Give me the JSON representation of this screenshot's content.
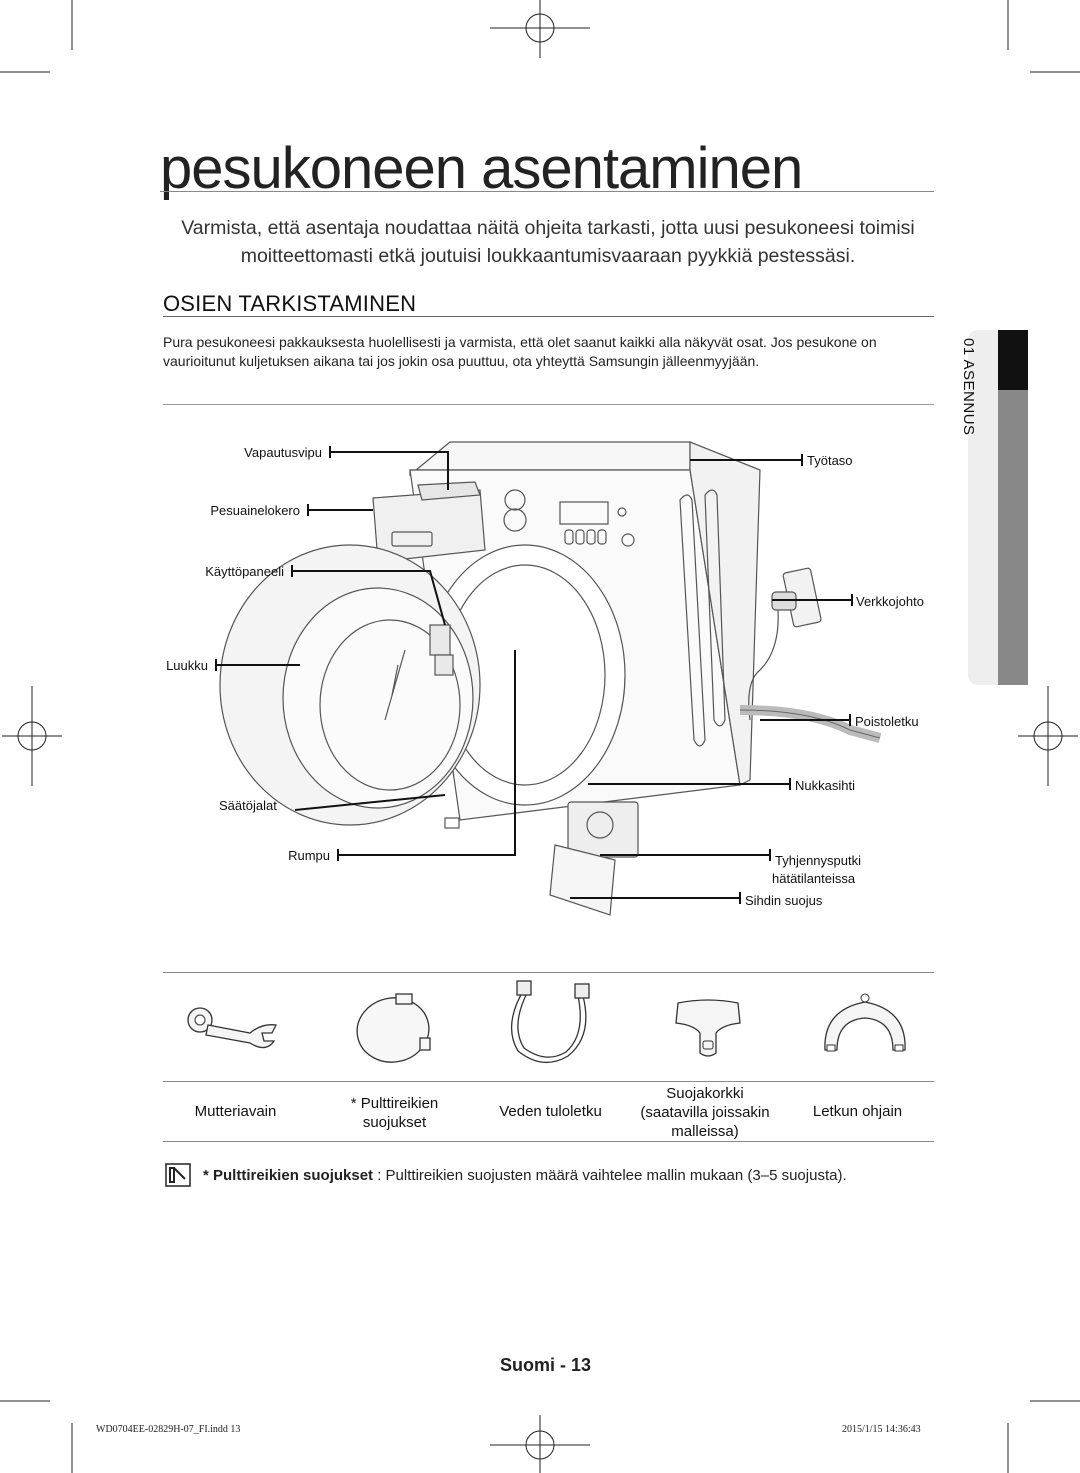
{
  "page": {
    "title": "pesukoneen asentaminen",
    "intro": "Varmista, että asentaja noudattaa näitä ohjeita tarkasti, jotta uusi pesukoneesi toimisi moitteettomasti etkä joutuisi loukkaantumisvaaraan pyykkiä pestessäsi.",
    "section_title": "OSIEN TARKISTAMINEN",
    "section_body": "Pura pesukoneesi pakkauksesta huolellisesti ja varmista, että olet saanut kaikki alla näkyvät osat. Jos pesukone on vaurioitunut kuljetuksen aikana tai jos jokin osa puuttuu, ota yhteyttä Samsungin jälleenmyyjään.",
    "side_tab": "01 ASENNUS"
  },
  "diagram_labels": {
    "release_lever": "Vapautusvipu",
    "detergent_drawer": "Pesuainelokero",
    "control_panel": "Käyttöpaneeli",
    "door": "Luukku",
    "leveling_feet": "Säätöjalat",
    "drum": "Rumpu",
    "worktop": "Työtaso",
    "power_cord": "Verkkojohto",
    "drain_hose": "Poistoletku",
    "debris_filter": "Nukkasihti",
    "emergency_drain_line1": "Tyhjennysputki",
    "emergency_drain_line2": "hätätilanteissa",
    "filter_cover": "Sihdin suojus"
  },
  "parts": [
    {
      "icon": "spanner-icon",
      "label_lines": [
        "Mutteriavain"
      ]
    },
    {
      "icon": "bolt-hole-cap-icon",
      "label_lines": [
        "* Pulttireikien",
        "suojukset"
      ]
    },
    {
      "icon": "water-supply-hose-icon",
      "label_lines": [
        "Veden tuloletku"
      ]
    },
    {
      "icon": "protective-cap-icon",
      "label_lines": [
        "Suojakorkki",
        "(saatavilla joissakin",
        "malleissa)"
      ]
    },
    {
      "icon": "hose-guide-icon",
      "label_lines": [
        "Letkun ohjain"
      ]
    }
  ],
  "note": {
    "icon": "note-icon",
    "bold": "* Pulttireikien suojukset",
    "text": " : Pulttireikien suojusten määrä vaihtelee mallin mukaan (3–5 suojusta)."
  },
  "footer": {
    "page_label": "Suomi - 13",
    "print_file": "WD0704EE-02829H-07_FI.indd   13",
    "print_date": "2015/1/15   14:36:43"
  }
}
